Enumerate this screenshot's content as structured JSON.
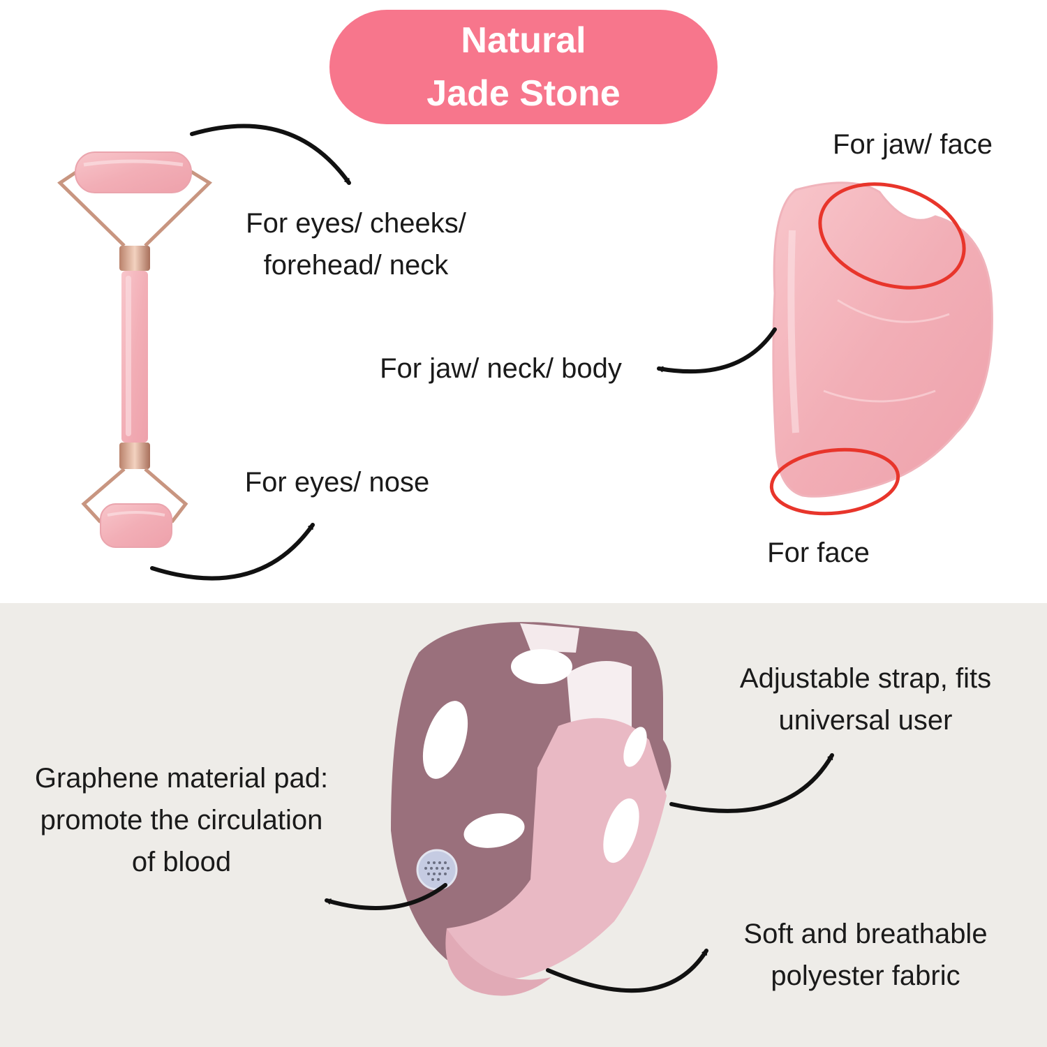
{
  "title": {
    "line1": "Natural",
    "line2": "Jade Stone"
  },
  "roller": {
    "large_end_label_1": "For eyes/ cheeks/",
    "large_end_label_2": "forehead/ neck",
    "small_end_label": "For eyes/ nose"
  },
  "gua_sha": {
    "top_label": "For jaw/ face",
    "side_label": "For jaw/ neck/ body",
    "bottom_label": "For face"
  },
  "face_strap": {
    "strap_label_1": "Adjustable strap, fits",
    "strap_label_2": "universal user",
    "pad_label_1": "Graphene material pad:",
    "pad_label_2": "promote the circulation",
    "pad_label_3": "of blood",
    "fabric_label_1": "Soft and breathable",
    "fabric_label_2": "polyester fabric"
  },
  "colors": {
    "title_pill": "#f7768c",
    "jade_pink": "#f4b6bd",
    "highlight_circle": "#e8352b",
    "strap_mauve": "#9a707c",
    "strap_pink": "#e9b9c4",
    "bottom_background": "#eeece8"
  },
  "icons": [
    "curved-arrow-icon"
  ]
}
